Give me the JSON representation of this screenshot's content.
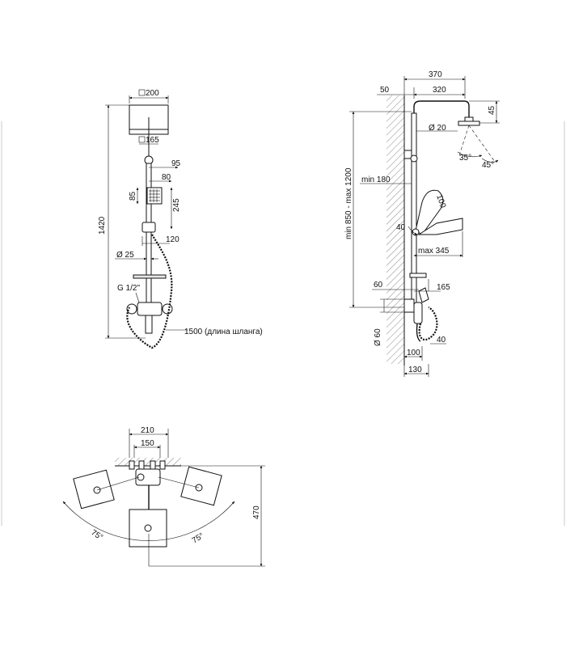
{
  "front_view": {
    "head_width": "200",
    "head_neck": "165",
    "hand_depth": "95",
    "hand_width": "80",
    "hand_height": "85",
    "holder_height": "245",
    "holder_offset": "120",
    "total_height": "1420",
    "bar_diameter": "Ø 25",
    "connection_thread": "G 1/2\"",
    "hose_length": "1500 (длина шланга)"
  },
  "side_view": {
    "total_reach": "370",
    "arm_reach": "320",
    "wall_offset": "50",
    "head_height": "45",
    "arm_diameter": "Ø 20",
    "head_tilt_min": "35°",
    "head_tilt_max": "45°",
    "height_range": "min 850 - max 1200",
    "min_distance": "min 180",
    "hand_length": "100",
    "hand_angle": "40",
    "spout_reach": "max 345",
    "mixer_height": "60",
    "mixer_reach": "165",
    "flange_diameter": "Ø 60",
    "mixer_depth": "100",
    "mixer_small": "40",
    "base_depth": "130"
  },
  "top_view": {
    "mixer_width": "210",
    "connection_spacing": "150",
    "projection": "470",
    "rotation_left": "75°",
    "rotation_right": "75°"
  }
}
